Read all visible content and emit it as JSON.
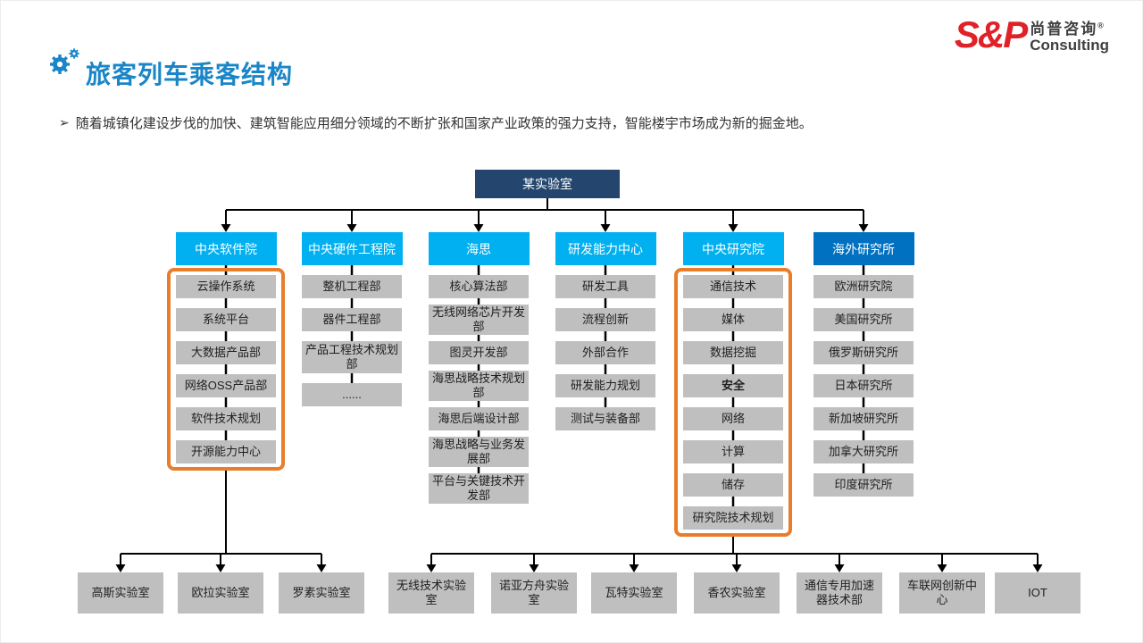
{
  "slide": {
    "title": "旅客列车乘客结构",
    "bullet_marker": "➢",
    "bullet": "随着城镇化建设步伐的加快、建筑智能应用细分领域的不断扩张和国家产业政策的强力支持，智能楼宇市场成为新的掘金地。"
  },
  "logo": {
    "sp": "S&P",
    "cn": "尚普咨询",
    "reg": "®",
    "en": "Consulting"
  },
  "colors": {
    "title_blue": "#1A86C8",
    "header_cyan": "#00B0F0",
    "header_dark_blue": "#0070C0",
    "root_navy": "#24466E",
    "box_gray": "#BFBFBF",
    "highlight_orange": "#E87D2B",
    "logo_red": "#E02128",
    "connector_black": "#000000"
  },
  "org": {
    "root": "某实验室",
    "columns": [
      {
        "header": "中央软件院",
        "header_color": "cyan",
        "highlighted": true,
        "items": [
          "云操作系统",
          "系统平台",
          "大数据产品部",
          "网络OSS产品部",
          "软件技术规划",
          "开源能力中心"
        ]
      },
      {
        "header": "中央硬件工程院",
        "header_color": "cyan",
        "highlighted": false,
        "items": [
          "整机工程部",
          "器件工程部",
          "产品工程技术规划部",
          "......"
        ]
      },
      {
        "header": "海思",
        "header_color": "cyan",
        "highlighted": false,
        "items": [
          "核心算法部",
          "无线网络芯片开发部",
          "图灵开发部",
          "海思战略技术规划部",
          "海思后端设计部",
          "海思战略与业务发展部",
          "平台与关键技术开发部"
        ]
      },
      {
        "header": "研发能力中心",
        "header_color": "cyan",
        "highlighted": false,
        "items": [
          "研发工具",
          "流程创新",
          "外部合作",
          "研发能力规划",
          "测试与装备部"
        ]
      },
      {
        "header": "中央研究院",
        "header_color": "cyan",
        "highlighted": true,
        "items": [
          "通信技术",
          "媒体",
          "数据挖掘",
          {
            "label": "安全",
            "bold": true
          },
          "网络",
          "计算",
          "储存",
          "研究院技术规划"
        ]
      },
      {
        "header": "海外研究所",
        "header_color": "dark_blue",
        "highlighted": false,
        "items": [
          "欧洲研究院",
          "美国研究所",
          "俄罗斯研究所",
          "日本研究所",
          "新加坡研究所",
          "加拿大研究所",
          "印度研究所"
        ]
      }
    ],
    "bottom_groups": [
      {
        "parent_column": 0,
        "labels": [
          "高斯实验室",
          "欧拉实验室",
          "罗素实验室"
        ]
      },
      {
        "parent_column": 4,
        "labels": [
          "无线技术实验室",
          "诺亚方舟实验室",
          "瓦特实验室",
          "香农实验室",
          "通信专用加速器技术部",
          "车联网创新中心",
          "IOT"
        ]
      }
    ]
  }
}
